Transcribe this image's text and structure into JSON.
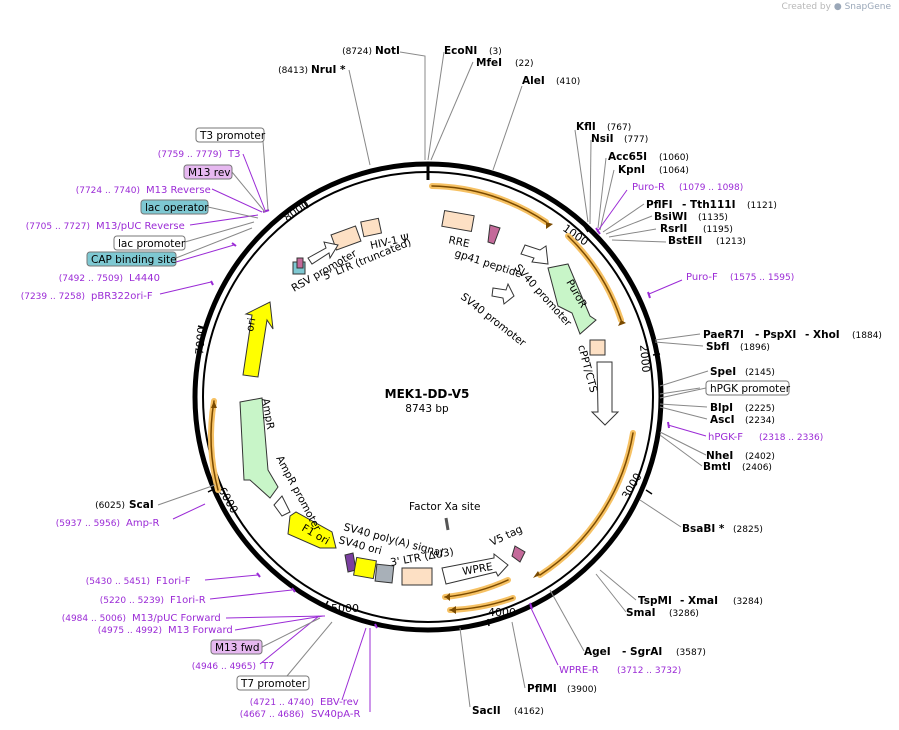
{
  "plasmid": {
    "name": "MEK1-DD-V5",
    "length": "8743 bp"
  },
  "brand": {
    "prefix": "Created by",
    "name": "SnapGene"
  },
  "ticks": [
    "1000",
    "2000",
    "3000",
    "4000",
    "5000",
    "6000",
    "7000",
    "8000"
  ],
  "enzymes": [
    {
      "name": "NotI",
      "pos": "(8724)"
    },
    {
      "name": "EcoNI",
      "pos": "(3)"
    },
    {
      "name": "MfeI",
      "pos": "(22)"
    },
    {
      "name": "NruI *",
      "pos": "(8413)"
    },
    {
      "name": "AleI",
      "pos": "(410)"
    },
    {
      "name": "KflI",
      "pos": "(767)"
    },
    {
      "name": "NsiI",
      "pos": "(777)"
    },
    {
      "name": "Acc65I",
      "pos": "(1060)"
    },
    {
      "name": "KpnI",
      "pos": "(1064)"
    },
    {
      "name": "PflFI",
      "pos": ""
    },
    {
      "name": "- Tth111I",
      "pos": "(1121)"
    },
    {
      "name": "BsiWI",
      "pos": "(1135)"
    },
    {
      "name": "RsrII",
      "pos": "(1195)"
    },
    {
      "name": "BstEII",
      "pos": "(1213)"
    },
    {
      "name": "PaeR7I",
      "pos": ""
    },
    {
      "name": "- PspXI",
      "pos": ""
    },
    {
      "name": "- XhoI",
      "pos": "(1884)"
    },
    {
      "name": "SbfI",
      "pos": "(1896)"
    },
    {
      "name": "SpeI",
      "pos": "(2145)"
    },
    {
      "name": "BlpI",
      "pos": "(2225)"
    },
    {
      "name": "AscI",
      "pos": "(2234)"
    },
    {
      "name": "NheI",
      "pos": "(2402)"
    },
    {
      "name": "BmtI",
      "pos": "(2406)"
    },
    {
      "name": "BsaBI *",
      "pos": "(2825)"
    },
    {
      "name": "TspMI",
      "pos": ""
    },
    {
      "name": "- XmaI",
      "pos": "(3284)"
    },
    {
      "name": "SmaI",
      "pos": "(3286)"
    },
    {
      "name": "AgeI",
      "pos": ""
    },
    {
      "name": "- SgrAI",
      "pos": "(3587)"
    },
    {
      "name": "PflMI",
      "pos": "(3900)"
    },
    {
      "name": "SacII",
      "pos": "(4162)"
    },
    {
      "name": "ScaI",
      "pos": "(6025)"
    }
  ],
  "primers": [
    {
      "name": "Puro-R",
      "pos": "(1079 .. 1098)"
    },
    {
      "name": "Puro-F",
      "pos": "(1575 .. 1595)"
    },
    {
      "name": "hPGK-F",
      "pos": "(2318 .. 2336)"
    },
    {
      "name": "WPRE-R",
      "pos": "(3712 .. 3732)"
    },
    {
      "name": "EBV-rev",
      "pos": "(4721 .. 4740)"
    },
    {
      "name": "SV40pA-R",
      "pos": "(4667 .. 4686)"
    },
    {
      "name": "T7",
      "pos": "(4946 .. 4965)"
    },
    {
      "name": "M13 Forward",
      "pos": "(4975 .. 4992)"
    },
    {
      "name": "M13/pUC Forward",
      "pos": "(4984 .. 5006)"
    },
    {
      "name": "F1ori-R",
      "pos": "(5220 .. 5239)"
    },
    {
      "name": "F1ori-F",
      "pos": "(5430 .. 5451)"
    },
    {
      "name": "Amp-R",
      "pos": "(5937 .. 5956)"
    },
    {
      "name": "pBR322ori-F",
      "pos": "(7239 .. 7258)"
    },
    {
      "name": "L4440",
      "pos": "(7492 .. 7509)"
    },
    {
      "name": "M13/pUC Reverse",
      "pos": "(7705 .. 7727)"
    },
    {
      "name": "M13 Reverse",
      "pos": "(7724 .. 7740)"
    },
    {
      "name": "T3",
      "pos": "(7759 .. 7779)"
    }
  ],
  "boxes": [
    {
      "name": "T3 promoter"
    },
    {
      "name": "M13 rev"
    },
    {
      "name": "lac operator"
    },
    {
      "name": "lac promoter"
    },
    {
      "name": "CAP binding site"
    },
    {
      "name": "hPGK promoter"
    },
    {
      "name": "M13 fwd"
    },
    {
      "name": "T7 promoter"
    }
  ],
  "features": [
    "RSV promoter",
    "5' LTR (truncated)",
    "HIV-1 Ψ",
    "RRE",
    "gp41 peptide",
    "SV40 promoter",
    "PuroR",
    "SV40 promoter",
    "cPPT/CTS",
    "ori",
    "AmpR",
    "AmpR promoter",
    "F1 ori",
    "SV40 poly(A) signal",
    "SV40 ori",
    "3' LTR (ΔU3)",
    "WPRE",
    "V5 tag",
    "Factor Xa site"
  ],
  "colors": {
    "primer": "#9b2bd6",
    "orf": "#f0a020",
    "ori": "#ffff00",
    "promoter": "#ffffff",
    "resistance": "#c8f5c8",
    "ltr": "#fde0c4",
    "box_teal": "#7ec8d2",
    "box_purple": "#e6b8f0"
  }
}
